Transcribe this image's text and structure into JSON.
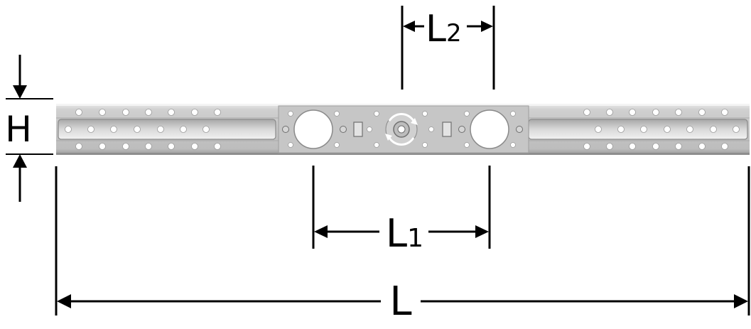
{
  "labels": {
    "height": "H",
    "length": "L",
    "l1_main": "L",
    "l1_sub": "1",
    "l2_main": "L",
    "l2_sub": "2"
  },
  "colors": {
    "bar_fill": "#c9c9c9",
    "bar_highlight": "#efefef",
    "bar_shadow": "#8f8f8f",
    "hole_fill": "#ffffff",
    "dimension_line": "#000000"
  }
}
